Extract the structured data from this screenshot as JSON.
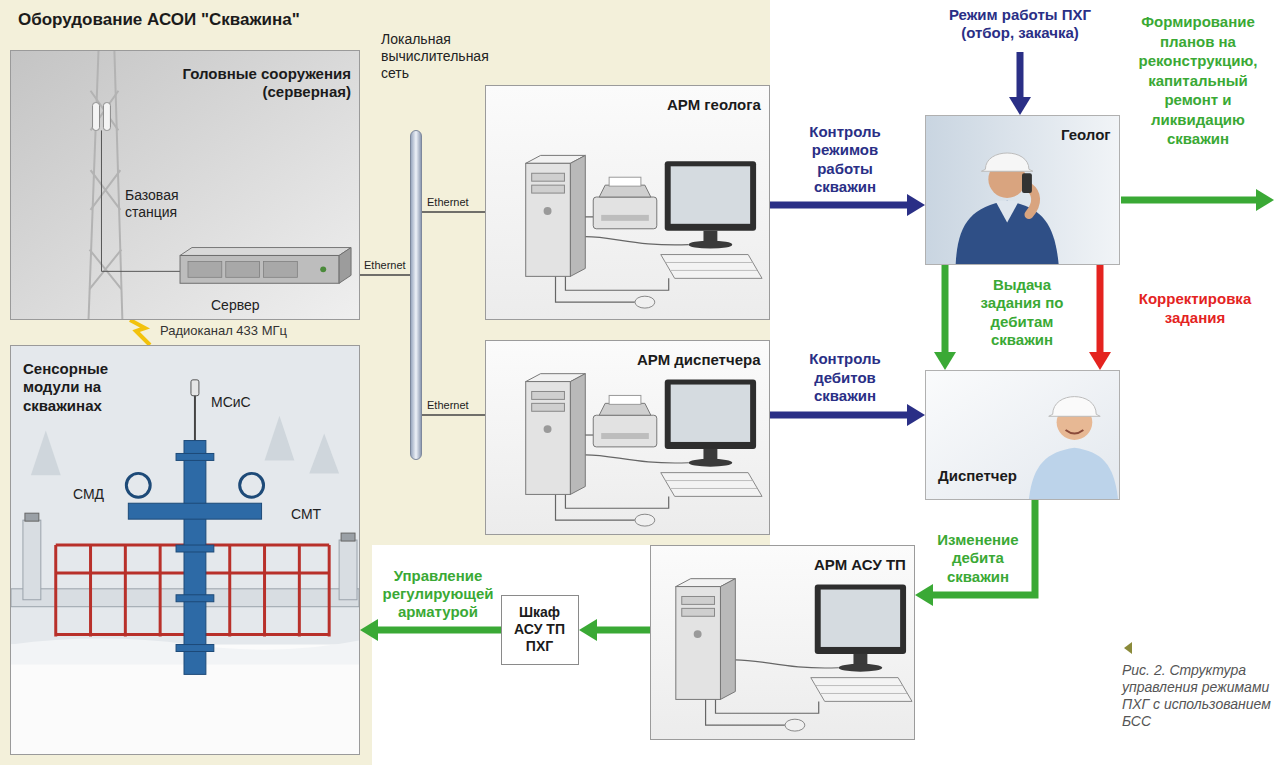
{
  "diagram": {
    "caption": "Рис. 2. Структура управления режимами ПХГ с использованием БСС",
    "nodes": [
      {
        "text": [
          "Оборудование АСОИ \"Скважина\""
        ]
      },
      {
        "text": [
          "Головные сооружения (серверная)",
          "Базовая станция",
          "Сервер"
        ],
        "in": 0
      },
      {
        "text": [
          "Локальная вычислительная сеть"
        ],
        "in": 0
      },
      {
        "text": [
          "АРМ геолога"
        ],
        "in": 0
      },
      {
        "text": [
          "АРМ диспетчера"
        ],
        "in": 0
      },
      {
        "text": [
          "Сенсорные модули на скважинах",
          "МСиС",
          "СМД",
          "СМТ"
        ],
        "in": 0
      },
      {
        "text": [
          "Геолог"
        ]
      },
      {
        "text": [
          "Диспетчер"
        ]
      },
      {
        "text": [
          "АРМ АСУ ТП"
        ]
      },
      {
        "text": [
          "Шкаф АСУ ТП ПХГ"
        ]
      }
    ],
    "edges": [
      {
        "from": 1,
        "to": 2,
        "arrow": "none",
        "label": "Ethernet"
      },
      {
        "from": 2,
        "to": 3,
        "arrow": "none",
        "label": "Ethernet"
      },
      {
        "from": 2,
        "to": 4,
        "arrow": "none",
        "label": "Ethernet"
      },
      {
        "from": 5,
        "to": 1,
        "arrow": "none",
        "label": "Радиоканал 433 МГц"
      },
      {
        "from": 3,
        "to": 6,
        "arrow": "to",
        "label": "Контроль режимов работы скважин"
      },
      {
        "from": 4,
        "to": 7,
        "arrow": "to",
        "label": "Контроль дебитов скважин"
      },
      {
        "from": 6,
        "to": 7,
        "arrow": "to",
        "label": "Выдача задания по дебитам скважин"
      },
      {
        "from": 6,
        "to": 7,
        "arrow": "to",
        "label": "Корректировка задания"
      },
      {
        "from": 7,
        "to": 8,
        "arrow": "to",
        "label": "Изменение дебита скважин"
      },
      {
        "from": 8,
        "to": 9,
        "arrow": "to"
      },
      {
        "from": 9,
        "to": 5,
        "arrow": "to",
        "label": "Управление регулирующей арматурой"
      }
    ],
    "labels": [
      "Режим работы ПХГ (отбор, закачка)",
      "Формирование планов на реконструкцию, капитальный ремонт и ликвидацию скважин"
    ]
  }
}
